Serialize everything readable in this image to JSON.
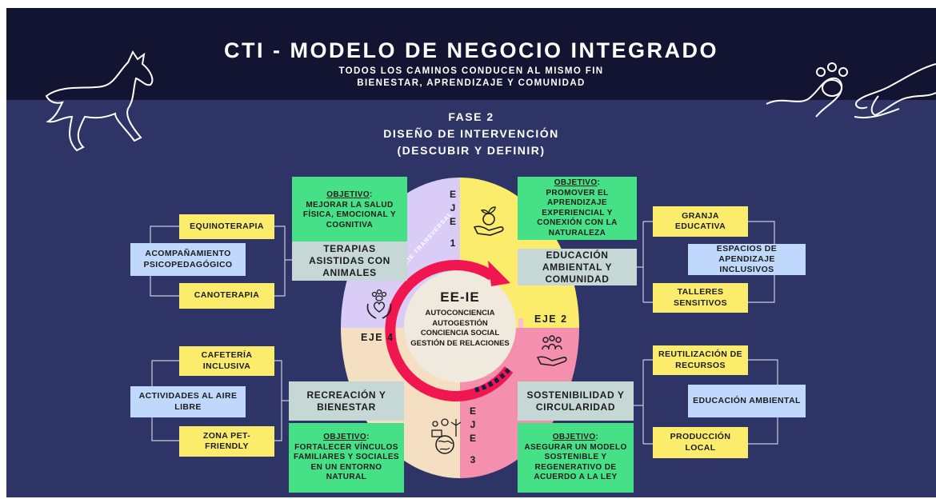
{
  "header": {
    "title": "CTI - MODELO DE NEGOCIO INTEGRADO",
    "subtitle_line1": "TODOS LOS CAMINOS CONDUCEN AL MISMO FIN",
    "subtitle_line2": "BIENESTAR, APRENDIZAJE Y COMUNIDAD"
  },
  "phase": {
    "line1": "FASE 2",
    "line2": "DISEÑO DE INTERVENCIÓN",
    "line3": "(DESCUBIR Y DEFINIR)"
  },
  "center": {
    "arc_label": "EJE TRANSVERSAL",
    "title": "EE-IE",
    "items": [
      "AUTOCONCIENCIA",
      "AUTOGESTIÓN",
      "CONCIENCIA SOCIAL",
      "GESTIÓN DE RELACIONES"
    ]
  },
  "axes": {
    "eje1": [
      "E",
      "J",
      "E",
      "1"
    ],
    "eje2": "EJE 2",
    "eje3": [
      "E",
      "J",
      "E",
      "3"
    ],
    "eje4": "EJE 4"
  },
  "quad1": {
    "objective_label": "OBJETIVO",
    "objective_text": "MEJORAR LA SALUD FÍSICA, EMOCIONAL Y COGNITIVA",
    "name": "TERAPIAS ASISTIDAS CON ANIMALES",
    "items": [
      "EQUINOTERAPIA",
      "ACOMPAÑAMIENTO PSICOPEDAGÓGICO",
      "CANOTERAPIA"
    ]
  },
  "quad2": {
    "objective_label": "OBJETIVO",
    "objective_text": "PROMOVER EL APRENDIZAJE EXPERIENCIAL Y CONEXIÓN CON LA NATURALEZA",
    "name": "EDUCACIÓN AMBIENTAL Y COMUNIDAD",
    "items": [
      "GRANJA EDUCATIVA",
      "ESPACIOS DE APENDIZAJE INCLUSIVOS",
      "TALLERES SENSITIVOS"
    ]
  },
  "quad3": {
    "objective_label": "OBJETIVO",
    "objective_text": "ASEGURAR UN MODELO SOSTENIBLE Y REGENERATIVO DE ACUERDO A LA LEY",
    "name": "SOSTENIBILIDAD Y CIRCULARIDAD",
    "items": [
      "REUTILIZACIÓN DE RECURSOS",
      "EDUCACIÓN AMBIENTAL",
      "PRODUCCIÓN LOCAL"
    ]
  },
  "quad4": {
    "objective_label": "OBJETIVO",
    "objective_text": "FORTALECER VÍNCULOS FAMILIARES Y SOCIALES EN UN ENTORNO NATURAL",
    "name": "RECREACIÓN Y BIENESTAR",
    "items": [
      "CAFETERÍA INCLUSIVA",
      "ACTIVIDADES AL AIRE LIBRE",
      "ZONA PET-FRIENDLY"
    ]
  },
  "colors": {
    "background": "#2f3466",
    "header": "#121431",
    "quad1": "#d9cdf7",
    "quad2": "#fbec6b",
    "quad3": "#f48fae",
    "quad4": "#f5dfc2",
    "center": "#efeadd",
    "ring": "#f0164f",
    "objective": "#46e087",
    "axis_box": "#c6d8d6",
    "item_yellow": "#fbec6b",
    "item_blue": "#bfd8fb"
  },
  "icons": [
    "horse-line-art",
    "hand-paw-line-art",
    "hand-plant-icon",
    "hands-paw-heart-icon",
    "hands-people-icon",
    "sustainability-icons"
  ]
}
